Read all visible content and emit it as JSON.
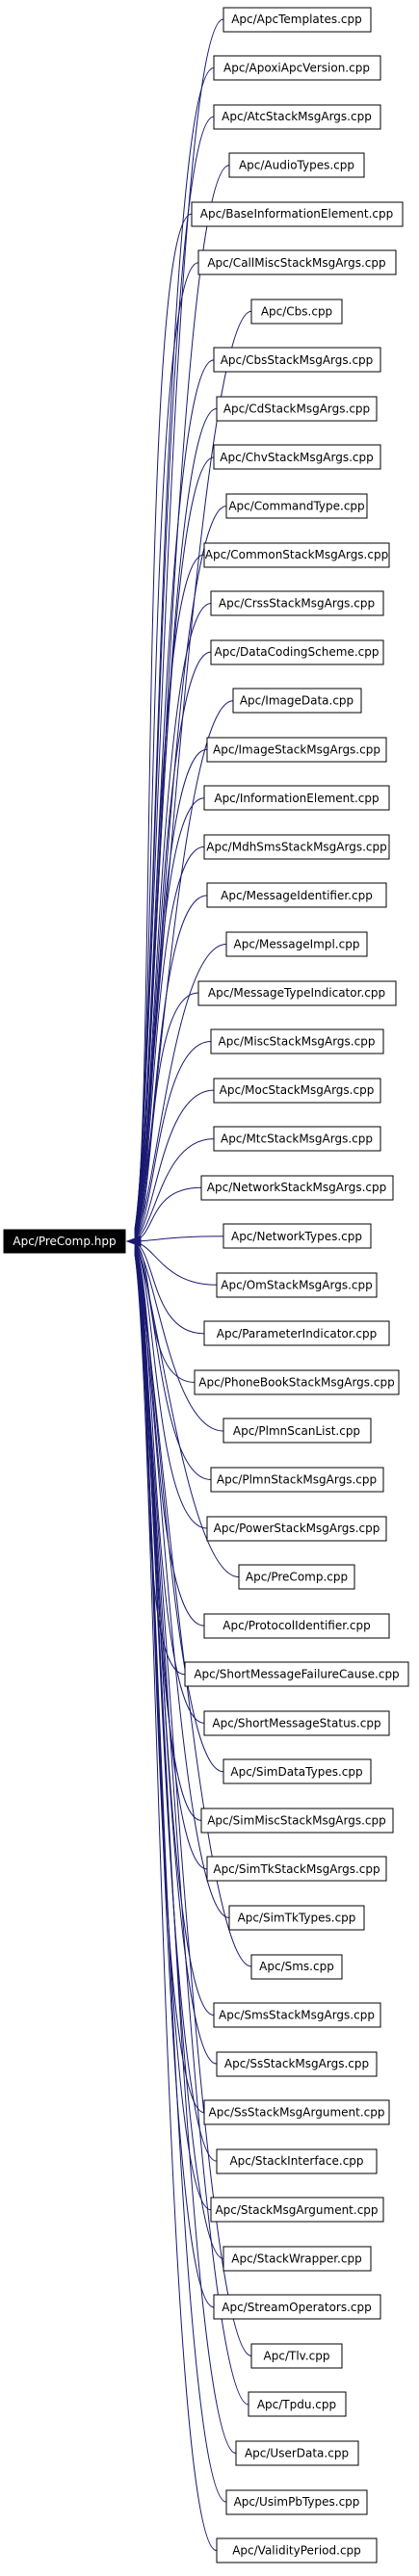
{
  "root": {
    "label": "Apc/PreComp.hpp"
  },
  "edge_color": "#191970",
  "dependents": [
    "Apc/ApcTemplates.cpp",
    "Apc/ApoxiApcVersion.cpp",
    "Apc/AtcStackMsgArgs.cpp",
    "Apc/AudioTypes.cpp",
    "Apc/BaseInformationElement.cpp",
    "Apc/CallMiscStackMsgArgs.cpp",
    "Apc/Cbs.cpp",
    "Apc/CbsStackMsgArgs.cpp",
    "Apc/CdStackMsgArgs.cpp",
    "Apc/ChvStackMsgArgs.cpp",
    "Apc/CommandType.cpp",
    "Apc/CommonStackMsgArgs.cpp",
    "Apc/CrssStackMsgArgs.cpp",
    "Apc/DataCodingScheme.cpp",
    "Apc/ImageData.cpp",
    "Apc/ImageStackMsgArgs.cpp",
    "Apc/InformationElement.cpp",
    "Apc/MdhSmsStackMsgArgs.cpp",
    "Apc/MessageIdentifier.cpp",
    "Apc/MessageImpl.cpp",
    "Apc/MessageTypeIndicator.cpp",
    "Apc/MiscStackMsgArgs.cpp",
    "Apc/MocStackMsgArgs.cpp",
    "Apc/MtcStackMsgArgs.cpp",
    "Apc/NetworkStackMsgArgs.cpp",
    "Apc/NetworkTypes.cpp",
    "Apc/OmStackMsgArgs.cpp",
    "Apc/ParameterIndicator.cpp",
    "Apc/PhoneBookStackMsgArgs.cpp",
    "Apc/PlmnScanList.cpp",
    "Apc/PlmnStackMsgArgs.cpp",
    "Apc/PowerStackMsgArgs.cpp",
    "Apc/PreComp.cpp",
    "Apc/ProtocolIdentifier.cpp",
    "Apc/ShortMessageFailureCause.cpp",
    "Apc/ShortMessageStatus.cpp",
    "Apc/SimDataTypes.cpp",
    "Apc/SimMiscStackMsgArgs.cpp",
    "Apc/SimTkStackMsgArgs.cpp",
    "Apc/SimTkTypes.cpp",
    "Apc/Sms.cpp",
    "Apc/SmsStackMsgArgs.cpp",
    "Apc/SsStackMsgArgs.cpp",
    "Apc/SsStackMsgArgument.cpp",
    "Apc/StackInterface.cpp",
    "Apc/StackMsgArgument.cpp",
    "Apc/StackWrapper.cpp",
    "Apc/StreamOperators.cpp",
    "Apc/Tlv.cpp",
    "Apc/Tpdu.cpp",
    "Apc/UserData.cpp",
    "Apc/UsimPbTypes.cpp",
    "Apc/ValidityPeriod.cpp"
  ]
}
